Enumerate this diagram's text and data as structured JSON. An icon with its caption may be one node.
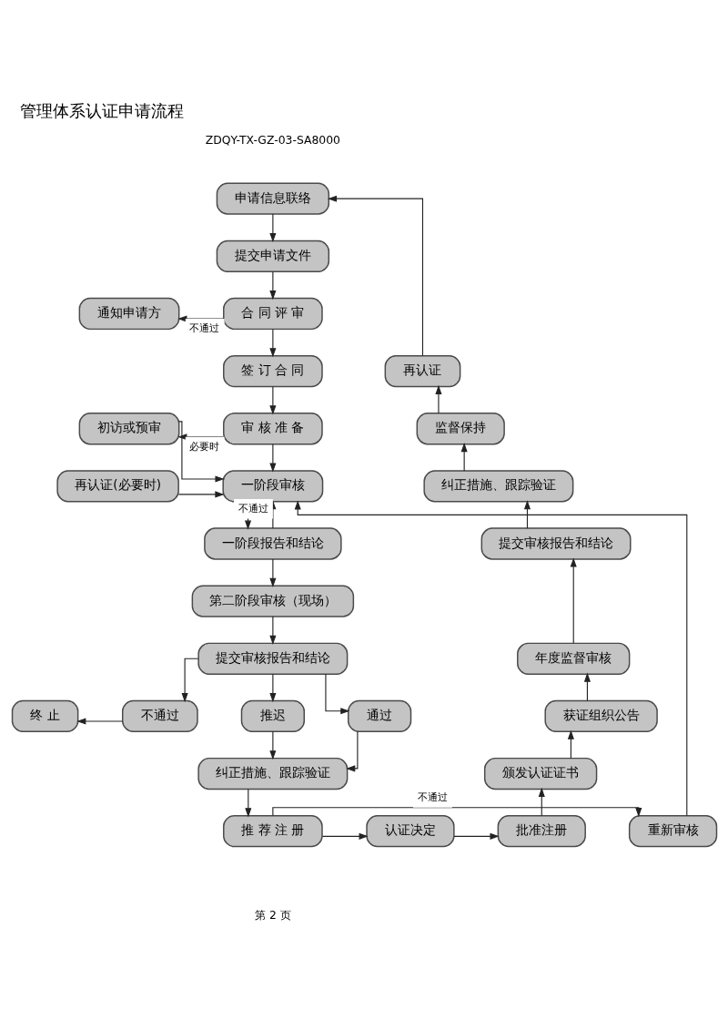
{
  "diagram": {
    "title": "管理体系认证申请流程",
    "nodes": [
      {
        "text": [
          "申请信息联络"
        ]
      },
      {
        "text": [
          "提交申请文件"
        ]
      },
      {
        "text": [
          "通知申请方"
        ]
      },
      {
        "text": [
          "合 同 评 审"
        ]
      },
      {
        "text": [
          "签 订 合 同"
        ]
      },
      {
        "text": [
          "初访或预审"
        ]
      },
      {
        "text": [
          "审 核 准 备"
        ]
      },
      {
        "text": [
          "再认证(必要时)"
        ]
      },
      {
        "text": [
          "一阶段审核"
        ]
      },
      {
        "text": [
          "一阶段报告和结论"
        ]
      },
      {
        "text": [
          "第二阶段审核（现场）"
        ]
      },
      {
        "text": [
          "提交审核报告和结论"
        ]
      },
      {
        "text": [
          "终 止"
        ]
      },
      {
        "text": [
          "不通过"
        ]
      },
      {
        "text": [
          "推迟"
        ]
      },
      {
        "text": [
          "通过"
        ]
      },
      {
        "text": [
          "纠正措施、跟踪验证"
        ]
      },
      {
        "text": [
          "重新审核"
        ]
      },
      {
        "text": [
          "推 荐 注 册"
        ]
      },
      {
        "text": [
          "认证决定"
        ]
      },
      {
        "text": [
          "批准注册"
        ]
      },
      {
        "text": [
          "颁发认证证书"
        ]
      },
      {
        "text": [
          "获证组织公告"
        ]
      },
      {
        "text": [
          "年度监督审核"
        ]
      },
      {
        "text": [
          "提交审核报告和结论"
        ]
      },
      {
        "text": [
          "纠正措施、跟踪验证"
        ]
      },
      {
        "text": [
          "监督保持"
        ]
      },
      {
        "text": [
          "再认证"
        ]
      }
    ],
    "edges": [
      {
        "from": 0,
        "to": 1,
        "arrow": "to"
      },
      {
        "from": 1,
        "to": 3,
        "arrow": "to"
      },
      {
        "from": 3,
        "to": 2,
        "arrow": "to",
        "label": "不通过"
      },
      {
        "from": 3,
        "to": 4,
        "arrow": "to"
      },
      {
        "from": 4,
        "to": 6,
        "arrow": "to"
      },
      {
        "from": 6,
        "to": 5,
        "arrow": "to",
        "label": "必要时"
      },
      {
        "from": 5,
        "to": 8,
        "arrow": "to"
      },
      {
        "from": 6,
        "to": 8,
        "arrow": "to"
      },
      {
        "from": 17,
        "to": 8,
        "arrow": "to"
      },
      {
        "from": 9,
        "to": 8,
        "arrow": "to",
        "label": "不通过"
      },
      {
        "from": 7,
        "to": 8,
        "arrow": "to"
      },
      {
        "from": 8,
        "to": 9,
        "arrow": "to"
      },
      {
        "from": 9,
        "to": 10,
        "arrow": "to"
      },
      {
        "from": 10,
        "to": 11,
        "arrow": "to"
      },
      {
        "from": 11,
        "to": 13,
        "arrow": "to"
      },
      {
        "from": 11,
        "to": 14,
        "arrow": "to"
      },
      {
        "from": 11,
        "to": 15,
        "arrow": "to"
      },
      {
        "from": 13,
        "to": 12,
        "arrow": "to"
      },
      {
        "from": 14,
        "to": 16,
        "arrow": "to"
      },
      {
        "from": 15,
        "to": 16,
        "arrow": "to"
      },
      {
        "from": 16,
        "to": 18,
        "arrow": "to"
      },
      {
        "from": 18,
        "to": 17,
        "arrow": "to",
        "label": "不通过"
      },
      {
        "from": 18,
        "to": 19,
        "arrow": "to"
      },
      {
        "from": 19,
        "to": 20,
        "arrow": "to"
      },
      {
        "from": 20,
        "to": 21,
        "arrow": "to"
      },
      {
        "from": 21,
        "to": 22,
        "arrow": "to"
      },
      {
        "from": 22,
        "to": 23,
        "arrow": "to"
      },
      {
        "from": 23,
        "to": 24,
        "arrow": "to"
      },
      {
        "from": 24,
        "to": 25,
        "arrow": "to"
      },
      {
        "from": 25,
        "to": 26,
        "arrow": "to"
      },
      {
        "from": 26,
        "to": 27,
        "arrow": "to"
      },
      {
        "from": 27,
        "to": 0,
        "arrow": "to"
      }
    ],
    "labels": [
      "ZDQY-TX-GZ-03-SA8000",
      "第 2 页"
    ]
  }
}
